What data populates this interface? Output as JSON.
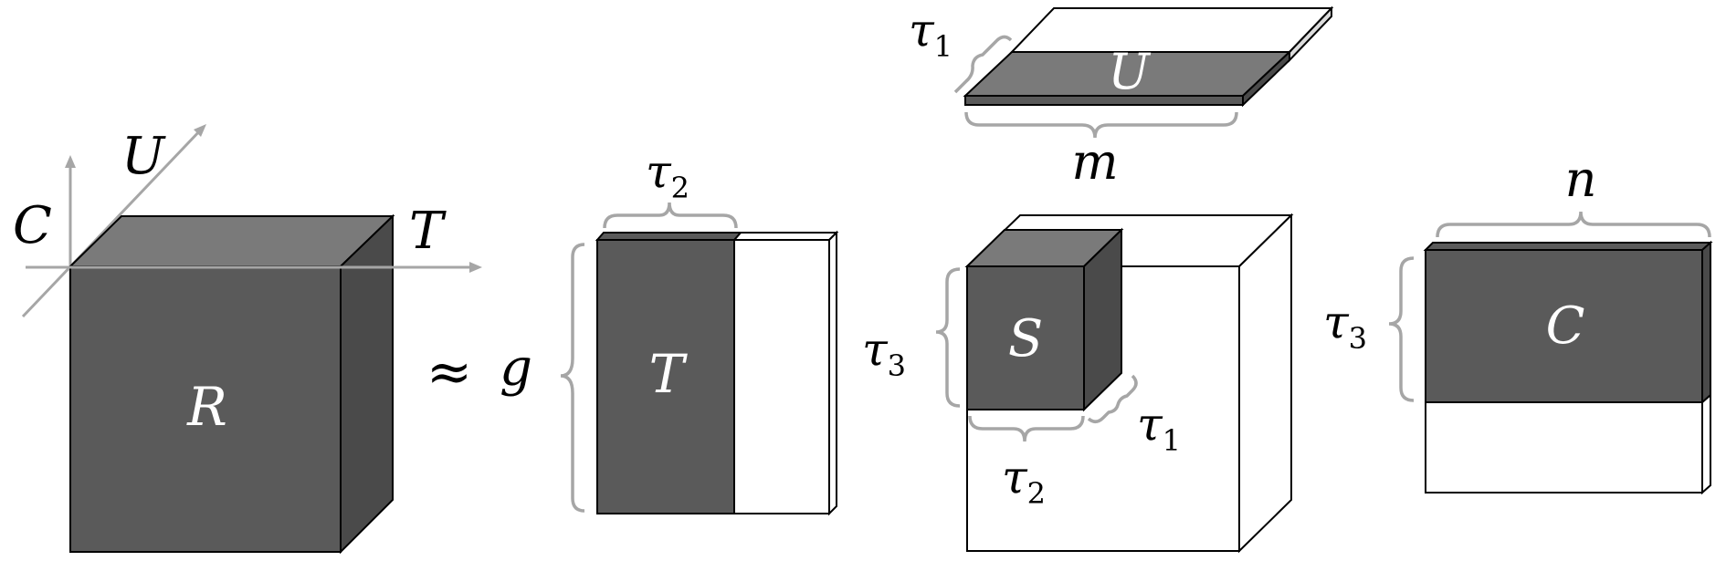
{
  "colors": {
    "dark_face": "#5a5a5a",
    "top_face": "#7a7a7a",
    "side_face": "#4a4a4a",
    "brace": "#a6a6a6",
    "stroke": "#000000",
    "white_text": "#ffffff",
    "text": "#000000"
  },
  "axes": {
    "u": "U",
    "c": "C",
    "t": "T"
  },
  "tensor_r": {
    "label": "R"
  },
  "operator": {
    "approx": "≈",
    "g": "g"
  },
  "factor_t": {
    "label": "T",
    "width_label": {
      "base": "τ",
      "sub": "2"
    }
  },
  "factor_u": {
    "label": "U",
    "depth_label": {
      "base": "τ",
      "sub": "1"
    },
    "width_label": "m"
  },
  "core_s": {
    "label": "S",
    "height_label": {
      "base": "τ",
      "sub": "3"
    },
    "width_label": {
      "base": "τ",
      "sub": "2"
    },
    "depth_label": {
      "base": "τ",
      "sub": "1"
    }
  },
  "factor_c": {
    "label": "C",
    "width_label": "n",
    "height_label": {
      "base": "τ",
      "sub": "3"
    }
  }
}
